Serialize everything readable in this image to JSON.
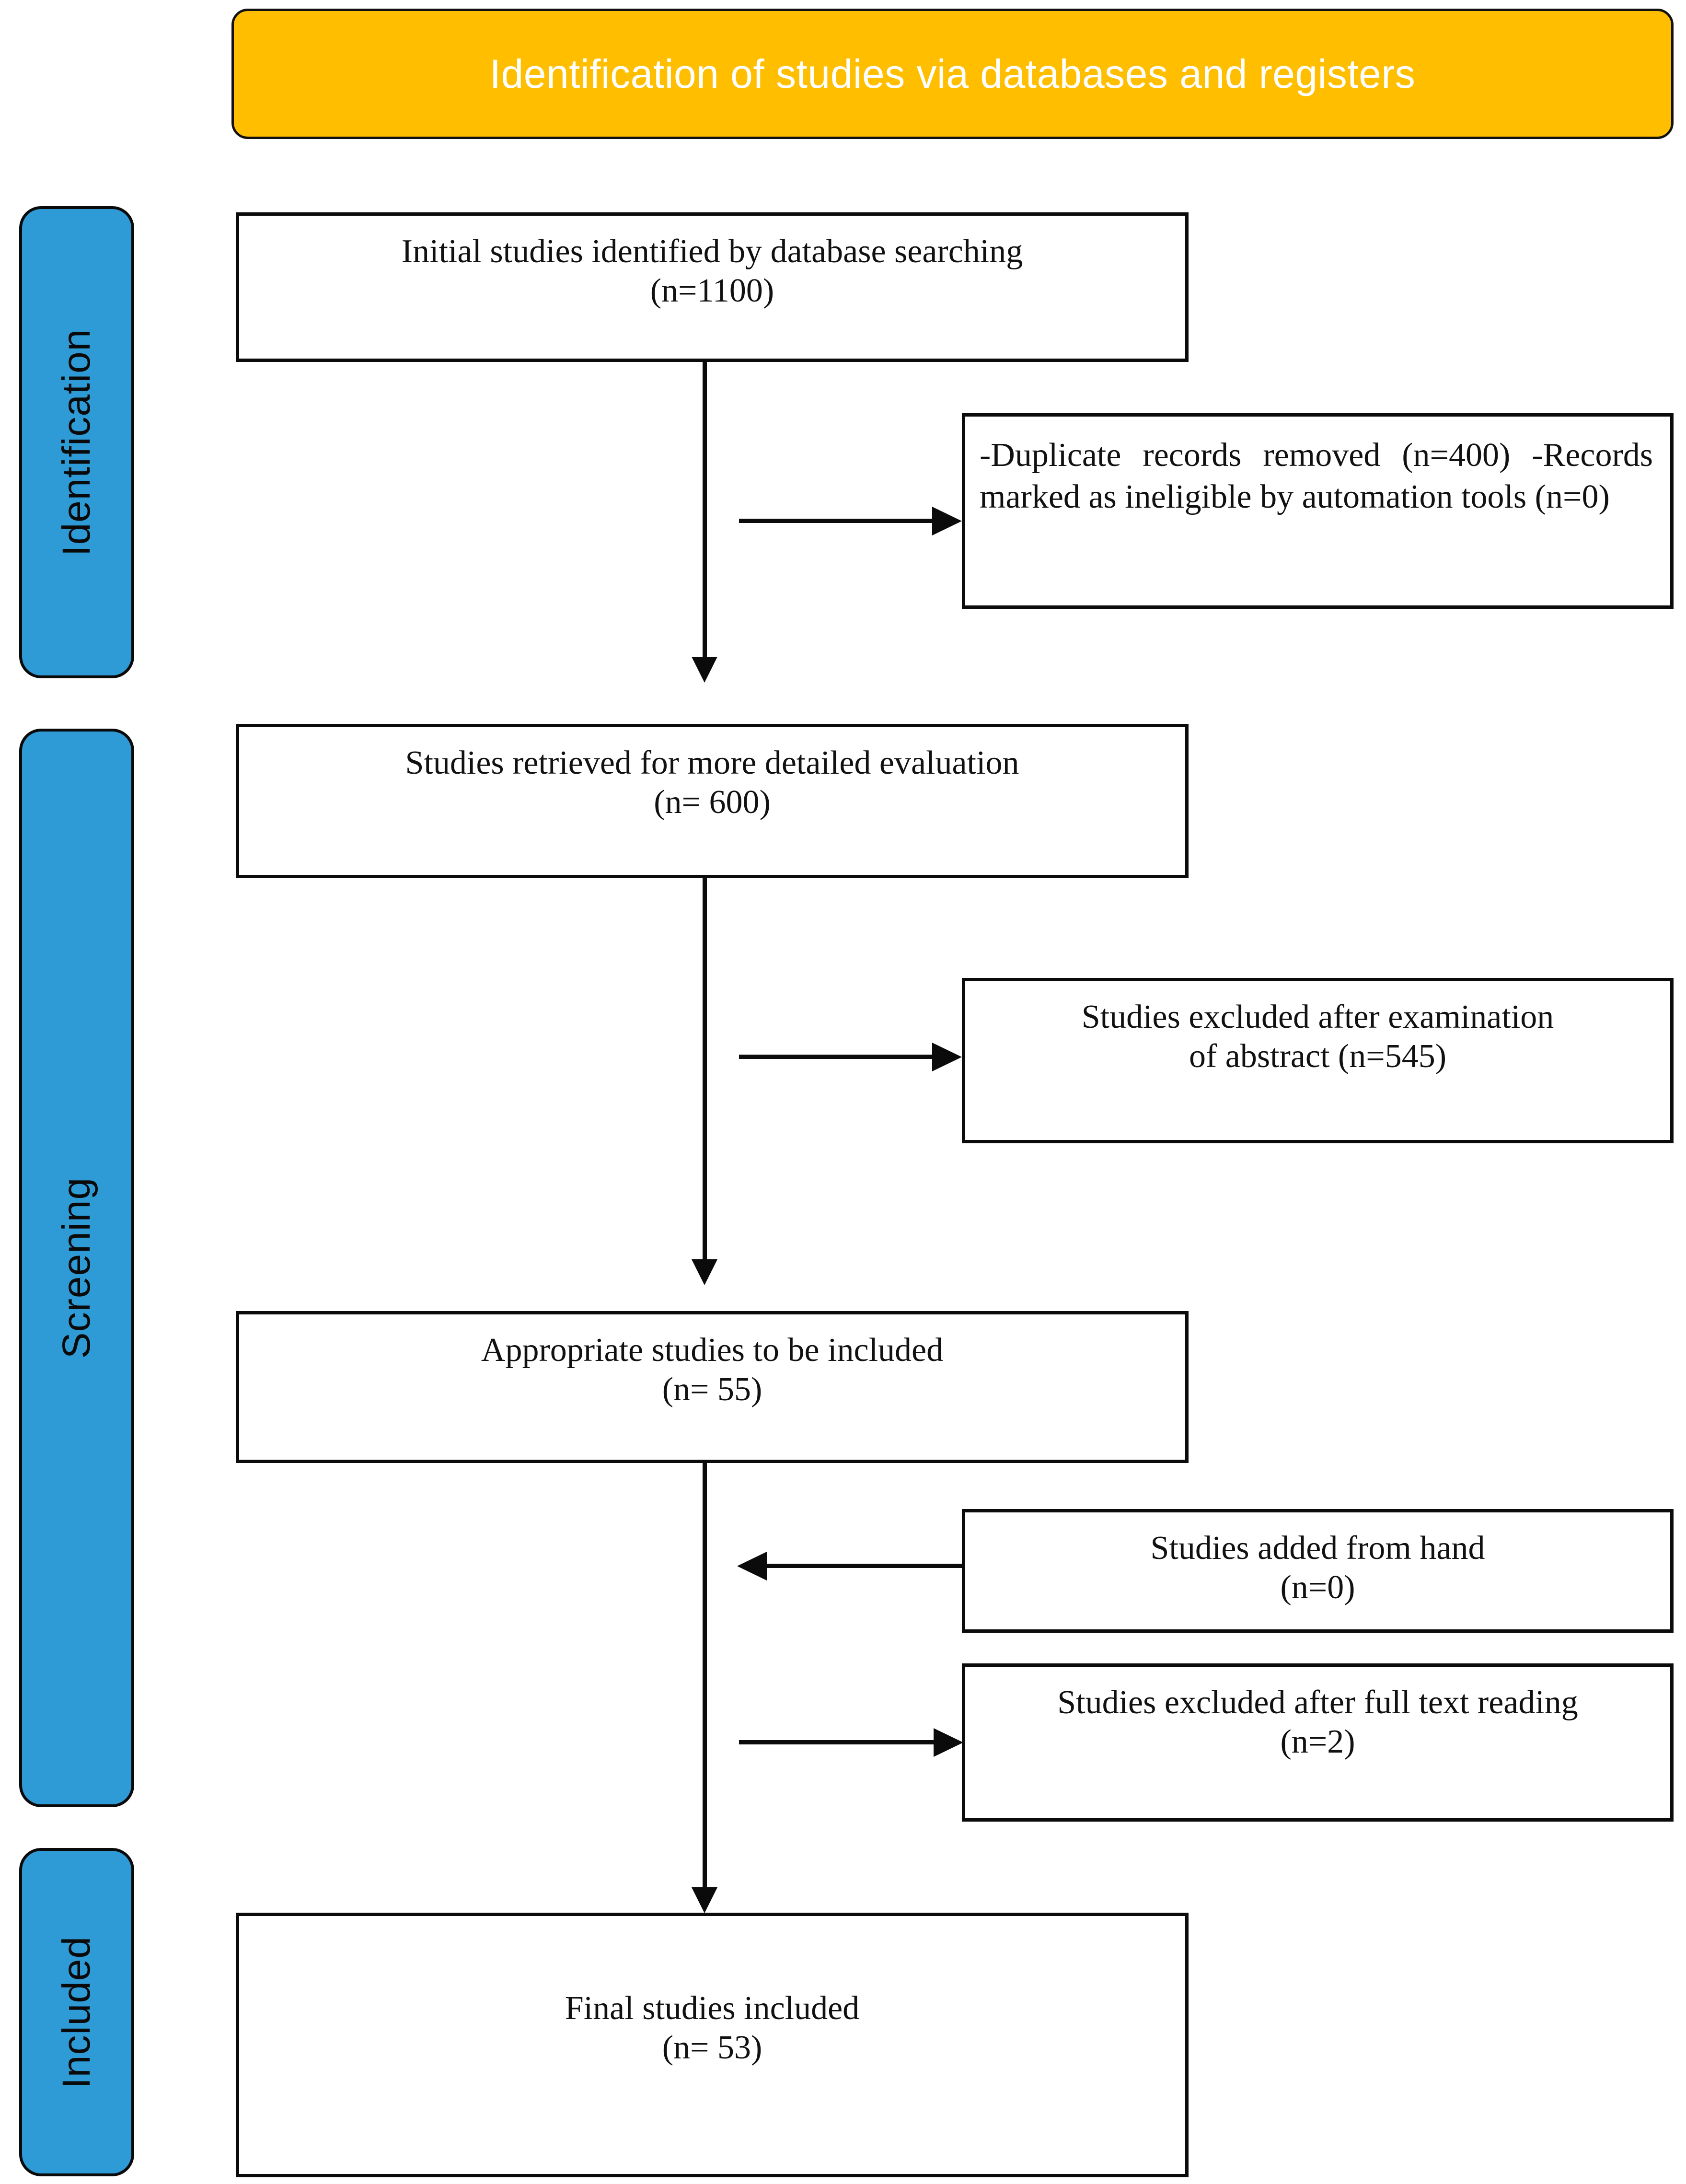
{
  "header": {
    "title": "Identification of studies via databases and registers",
    "background_color": "#FFBF00",
    "text_color": "#FFFFFF"
  },
  "stages": {
    "accent_color": "#2E9BD6",
    "items": [
      {
        "label": "Identification"
      },
      {
        "label": "Screening"
      },
      {
        "label": "Included"
      }
    ]
  },
  "boxes": {
    "initial_studies": {
      "line1": "Initial studies identified by database searching",
      "line2": "(n=1100)"
    },
    "duplicates_removed": {
      "text": "-Duplicate records removed (n=400) -Records marked as ineligible by automation tools (n=0)"
    },
    "retrieved": {
      "line1": "Studies retrieved for more detailed evaluation",
      "line2": "(n= 600)"
    },
    "excluded_abstract": {
      "line1": "Studies excluded after examination",
      "line2": "of abstract (n=545)"
    },
    "appropriate": {
      "line1": "Appropriate studies to be included",
      "line2": "(n= 55)"
    },
    "hand_added": {
      "line1": "Studies added from hand",
      "line2": "(n=0)"
    },
    "excluded_fulltext": {
      "line1": "Studies excluded after full text reading",
      "line2": "(n=2)"
    },
    "final": {
      "line1": "Final studies included",
      "line2": "(n= 53)"
    }
  },
  "chart_data": {
    "type": "diagram",
    "title": "Identification of studies via databases and registers",
    "diagram_kind": "prisma-flow",
    "nodes": [
      {
        "id": "initial_studies",
        "stage": "Identification",
        "label": "Initial studies identified by database searching",
        "n": 1100
      },
      {
        "id": "duplicates_removed",
        "stage": "Identification",
        "label": "-Duplicate records removed",
        "n": 400
      },
      {
        "id": "ineligible_automation",
        "stage": "Identification",
        "label": "-Records marked as ineligible by automation tools",
        "n": 0
      },
      {
        "id": "retrieved",
        "stage": "Screening",
        "label": "Studies retrieved for more detailed evaluation",
        "n": 600
      },
      {
        "id": "excluded_abstract",
        "stage": "Screening",
        "label": "Studies excluded after examination of abstract",
        "n": 545
      },
      {
        "id": "appropriate",
        "stage": "Screening",
        "label": "Appropriate studies to be included",
        "n": 55
      },
      {
        "id": "hand_added",
        "stage": "Screening",
        "label": "Studies added from hand",
        "n": 0
      },
      {
        "id": "excluded_fulltext",
        "stage": "Screening",
        "label": "Studies excluded after full text reading",
        "n": 2
      },
      {
        "id": "final",
        "stage": "Included",
        "label": "Final studies included",
        "n": 53
      }
    ],
    "edges": [
      {
        "from": "initial_studies",
        "to": "duplicates_removed",
        "direction": "right"
      },
      {
        "from": "initial_studies",
        "to": "retrieved",
        "direction": "down"
      },
      {
        "from": "retrieved",
        "to": "excluded_abstract",
        "direction": "right"
      },
      {
        "from": "retrieved",
        "to": "appropriate",
        "direction": "down"
      },
      {
        "from": "hand_added",
        "to": "appropriate",
        "direction": "left"
      },
      {
        "from": "appropriate",
        "to": "excluded_fulltext",
        "direction": "right"
      },
      {
        "from": "appropriate",
        "to": "final",
        "direction": "down"
      }
    ]
  }
}
